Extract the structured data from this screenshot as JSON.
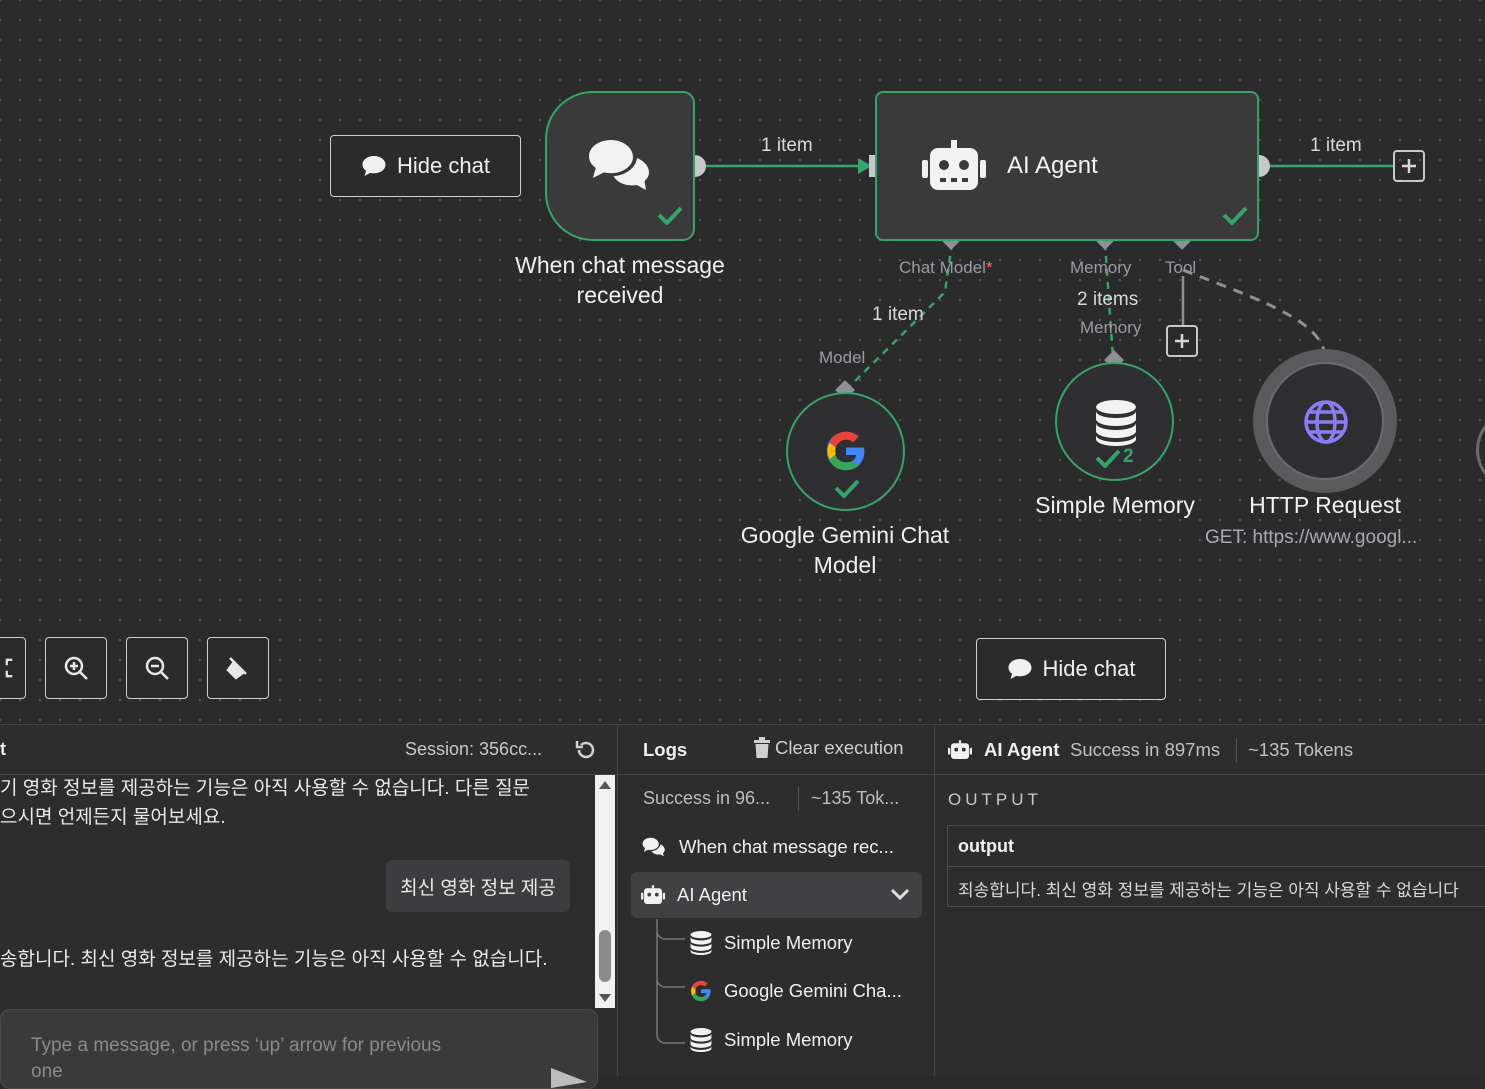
{
  "canvas": {
    "hide_chat_top": "Hide chat",
    "hide_chat_bottom": "Hide chat",
    "nodes": {
      "trigger_label": "When chat message received",
      "agent_label": "AI Agent",
      "gemini_label": "Google Gemini Chat Model",
      "memory_label": "Simple Memory",
      "memory_count": "2",
      "http_label": "HTTP Request",
      "http_sub": "GET: https://www.googl..."
    },
    "edges": {
      "trigger_to_agent": "1 item",
      "agent_out": "1 item",
      "model_items": "1 item",
      "memory_items": "2 items"
    },
    "ports": {
      "chat_model": "Chat Model",
      "required_mark": "*",
      "memory": "Memory",
      "tool": "Tool",
      "model": "Model",
      "memory_in": "Memory"
    }
  },
  "chat": {
    "title": "t",
    "session": "Session: 356cc...",
    "bot_msg_1_line1": "기 영화 정보를 제공하는 기능은 아직 사용할 수 없습니다. 다른 질문",
    "bot_msg_1_line2": "으시면 언제든지 물어보세요.",
    "user_msg": "최신 영화 정보 제공",
    "bot_msg_2": "송합니다. 최신 영화 정보를 제공하는 기능은 아직 사용할 수 없습니다.",
    "input_placeholder_1": "Type a message, or press ‘up’ arrow for previous",
    "input_placeholder_2": "one"
  },
  "logs": {
    "title": "Logs",
    "clear": "Clear execution",
    "summary_time": "Success in 96...",
    "summary_tokens": "~135 Tok...",
    "items": [
      {
        "label": "When chat message rec..."
      },
      {
        "label": "AI Agent"
      },
      {
        "label": "Simple Memory"
      },
      {
        "label": "Google Gemini Cha..."
      },
      {
        "label": "Simple Memory"
      }
    ]
  },
  "output": {
    "node": "AI Agent",
    "status": "Success in 897ms",
    "tokens": "~135 Tokens",
    "section": "OUTPUT",
    "field": "output",
    "value": "죄송합니다. 최신 영화 정보를 제공하는 기능은 아직 사용할 수 없습니다"
  },
  "colors": {
    "success": "#35a36a",
    "canvas_bg": "#2b2b2b",
    "panel_bg": "#2d2d2d",
    "required": "#ff6b6b",
    "http_icon": "#8b7cf6"
  }
}
